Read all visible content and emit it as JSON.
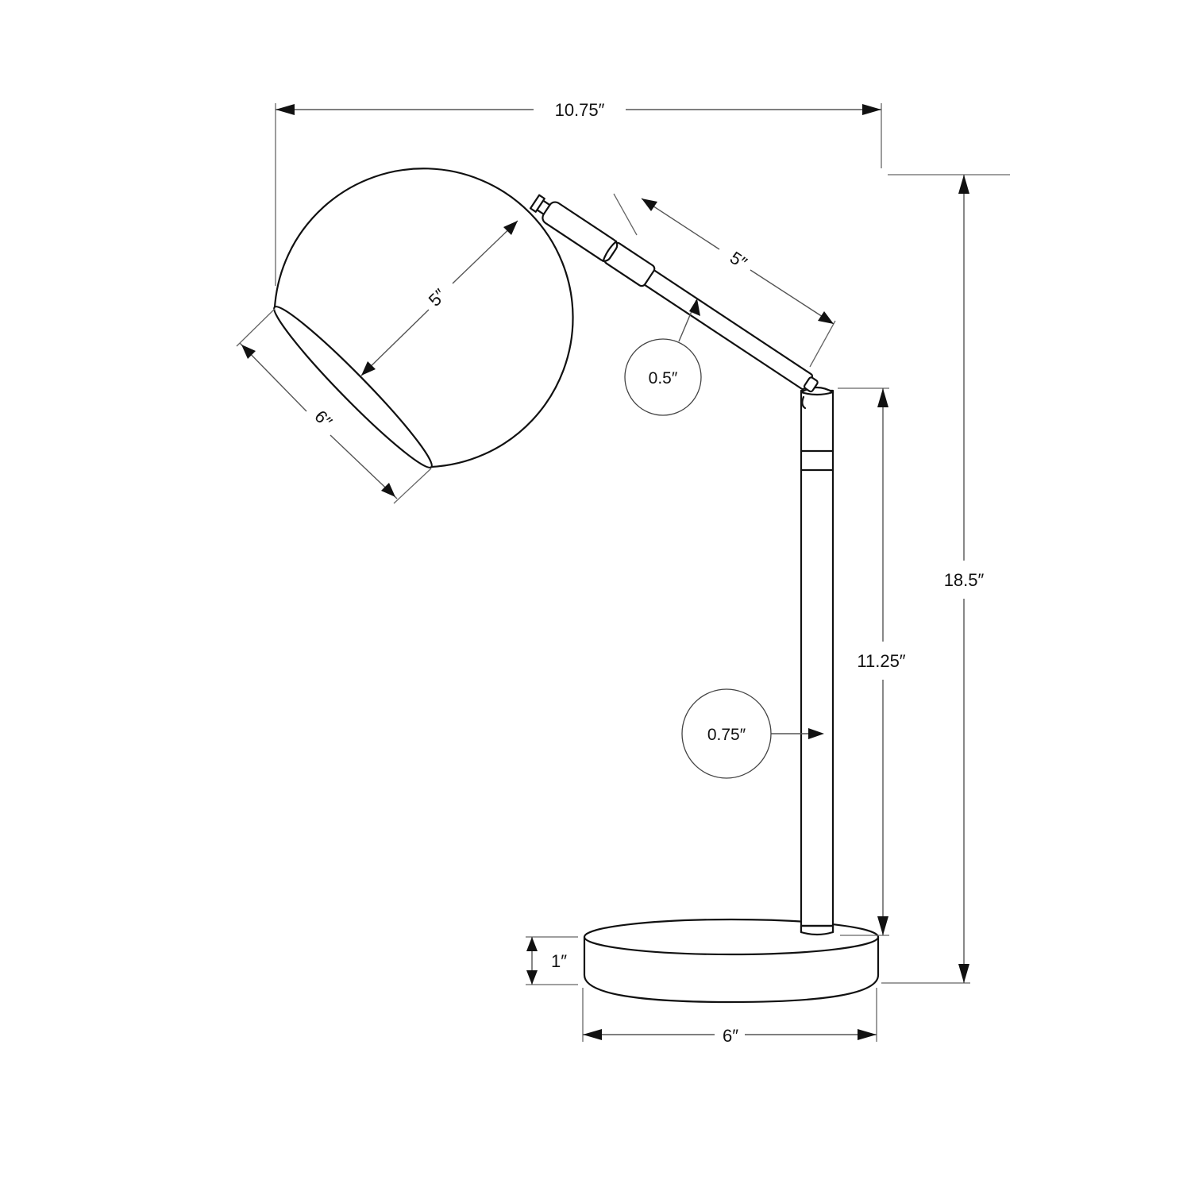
{
  "diagram": {
    "subject": "Desk lamp with dome shade, angled arm, straight stem and round base",
    "background_color": "#ffffff",
    "line_color": "#111111",
    "dimensions": {
      "overall_width": "10.75″",
      "overall_height": "18.5″",
      "shade_depth": "5″",
      "shade_diameter": "6″",
      "arm_length": "5″",
      "arm_diameter": "0.5″",
      "stem_height": "11.25″",
      "stem_diameter": "0.75″",
      "base_height": "1″",
      "base_diameter": "6″"
    },
    "callouts": [
      {
        "name": "arm-diameter-callout",
        "label": "0.5″"
      },
      {
        "name": "stem-diameter-callout",
        "label": "0.75″"
      }
    ]
  }
}
